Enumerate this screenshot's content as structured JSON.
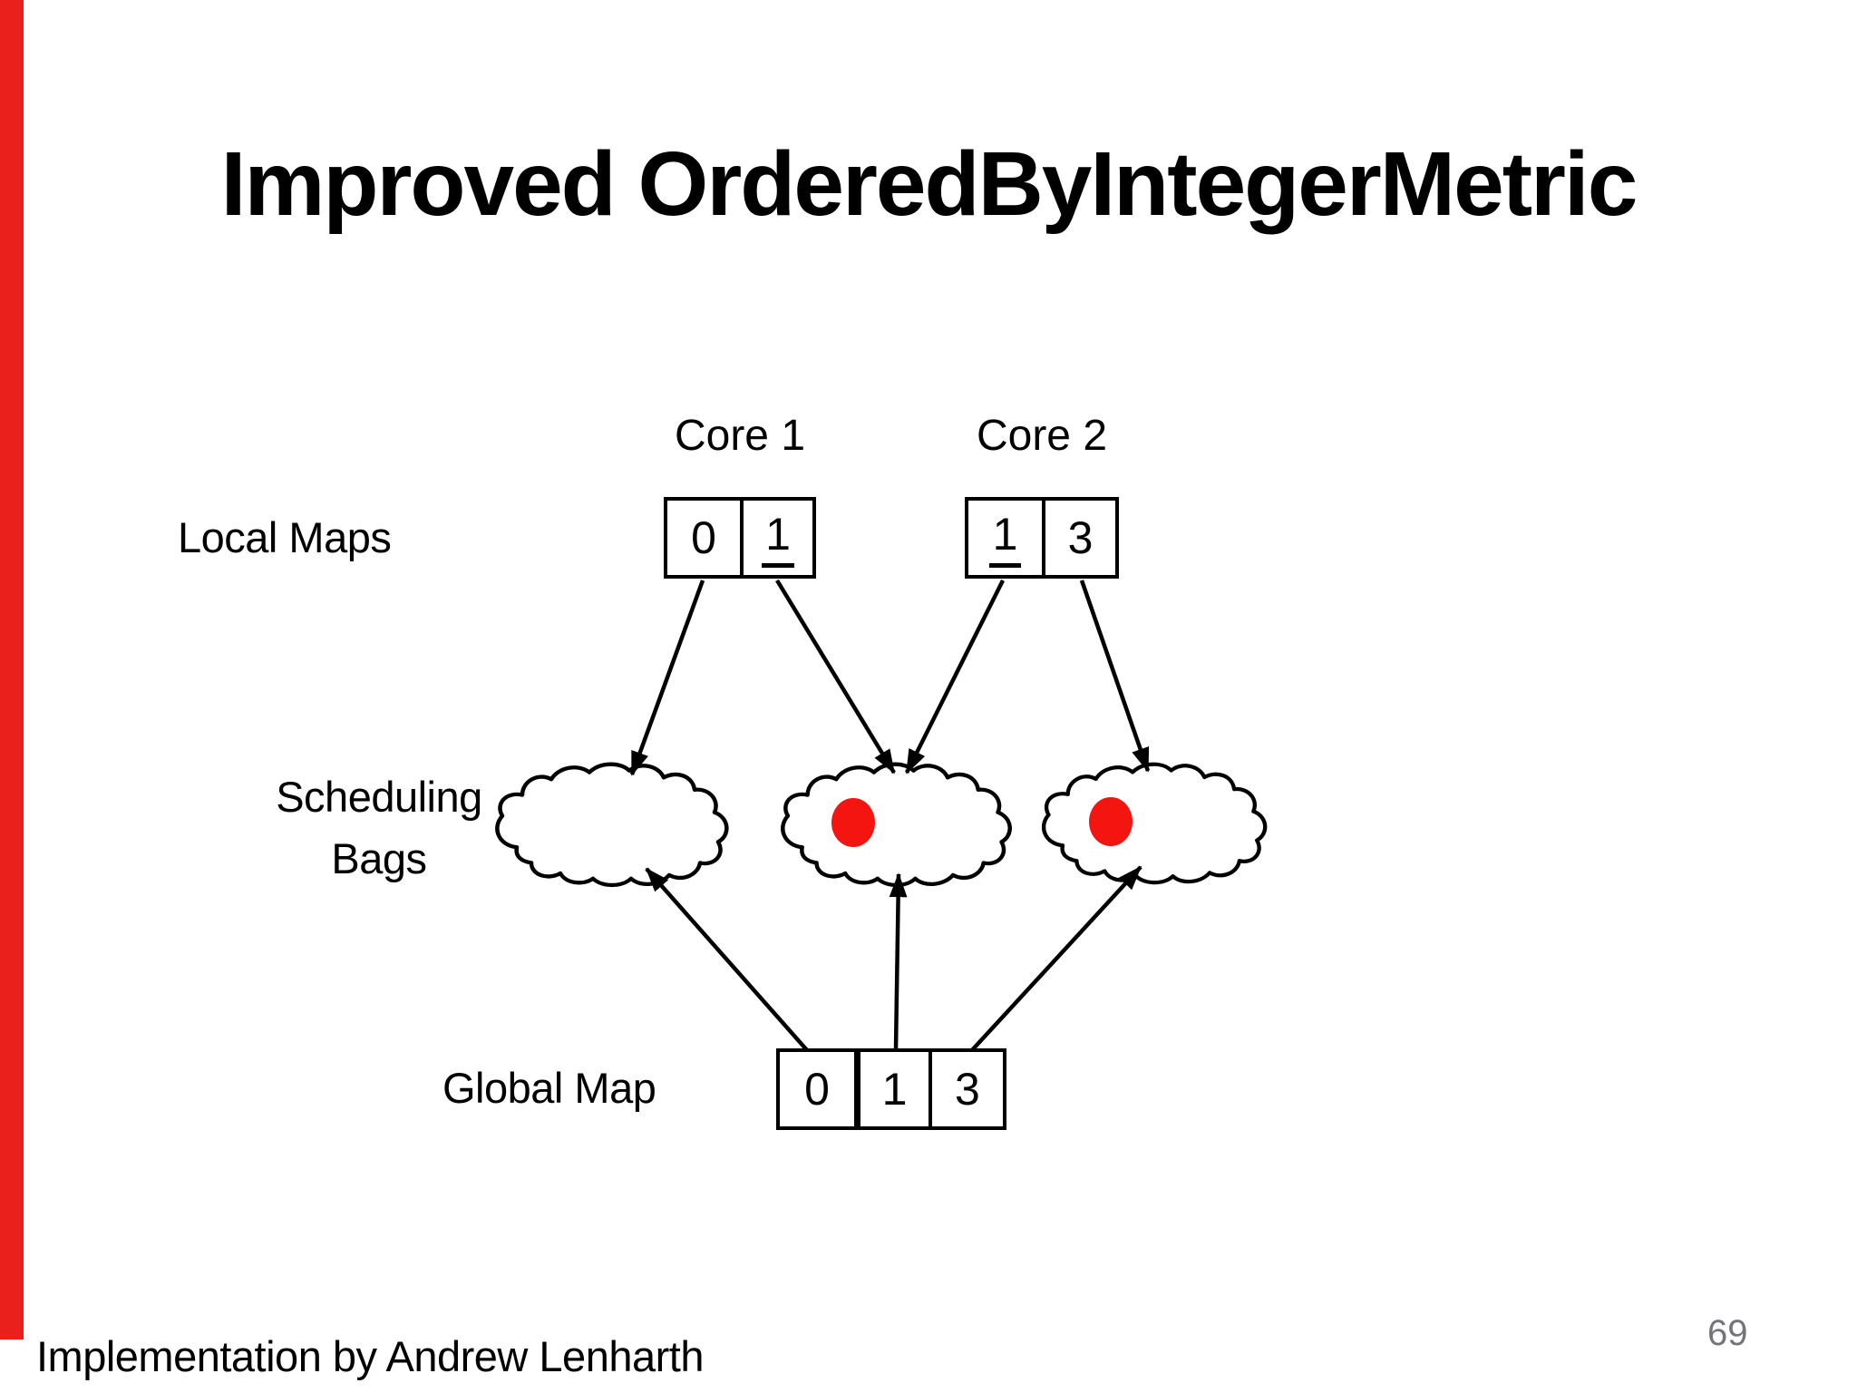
{
  "slide": {
    "title": "Improved OrderedByIntegerMetric",
    "footer": "Implementation by Andrew Lenharth",
    "page_number": "69",
    "background_color": "#ffffff",
    "accent_bar_color": "#e9201c",
    "page_number_color": "#75747c"
  },
  "diagram": {
    "labels": {
      "local_maps": "Local Maps",
      "scheduling_bags": [
        "Scheduling",
        "Bags"
      ],
      "global_map": "Global Map"
    },
    "cores": [
      {
        "label": "Core 1"
      },
      {
        "label": "Core 2"
      }
    ],
    "local_maps": [
      {
        "core": "Core 1",
        "cells": [
          {
            "value": "0",
            "underlined": false
          },
          {
            "value": "1",
            "underlined": true
          }
        ]
      },
      {
        "core": "Core 2",
        "cells": [
          {
            "value": "1",
            "underlined": true
          },
          {
            "value": "3",
            "underlined": false
          }
        ]
      }
    ],
    "global_map": {
      "cells": [
        {
          "value": "0"
        },
        {
          "value": "1"
        },
        {
          "value": "3"
        }
      ]
    },
    "scheduling_bags": [
      {
        "has_work_item": false
      },
      {
        "has_work_item": true
      },
      {
        "has_work_item": true
      }
    ],
    "colors": {
      "work_item_dot": "#f51510",
      "line": "#000000"
    }
  }
}
